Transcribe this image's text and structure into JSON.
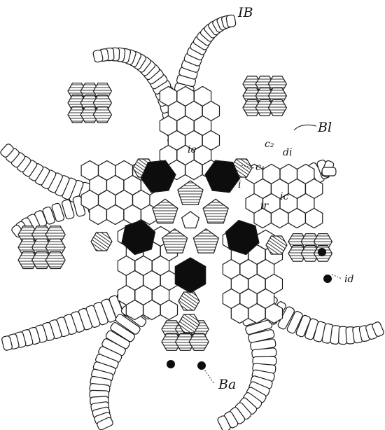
{
  "figure": {
    "labels": {
      "ib": "IB",
      "bl": "Bl",
      "c2": "c₂",
      "di": "di",
      "c1": "c₁",
      "i": "i",
      "ic_upper": "ic",
      "ic_right": "ic",
      "ir": "ir",
      "id": "id",
      "ba": "Ba"
    }
  }
}
